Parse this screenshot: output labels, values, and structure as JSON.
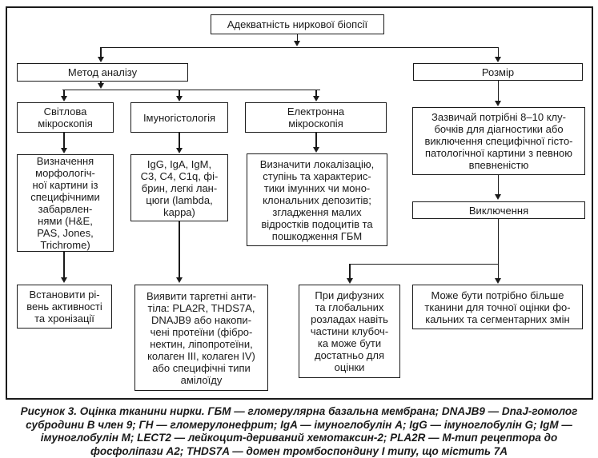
{
  "colors": {
    "line": "#1a1a1a",
    "text": "#1a1a1a",
    "background": "#ffffff"
  },
  "nodes": {
    "adequacy": "Адекватність ниркової біопсії",
    "method": "Метод аналізу",
    "size": "Розмір",
    "light_microscopy": "Світлова\nмікроскопія",
    "immunohistology": "Імуногістологія",
    "electron_microscopy": "Електронна\nмікроскопія",
    "glomeruli_needed": "Зазвичай потрібні 8–10 клу-\nбочків для діагностики або\nвиключення специфічної гісто-\nпатологічної картини з певною\nвпевненістю",
    "morphology_stains": "Визначення\nморфологіч-\nної картини із\nспецифічними\nзабарвлен-\nнями (H&E,\nPAS, Jones,\nTrichrome)",
    "immunoglobulins": "IgG, IgA, IgM,\nC3, C4, C1q, фі-\nбрин, легкі лан-\nцюги (lambda,\nkappa)",
    "deposits": "Визначити локалізацію,\nступінь та характерис-\nтики імунних чи моно-\nклональних депозитів;\nзгладження малих\nвідростків подоцитів та\nпошкодження ГБМ",
    "exclusion": "Виключення",
    "activity_chronicity": "Встановити рі-\nвень активності\nта хронізації",
    "target_antibodies": "Виявити таргетні анти-\nтіла: PLA2R, THDS7A,\nDNAJB9 або накопи-\nчені протеїни (фібро-\nнектин, ліпопротеїни,\nколаген III, колаген IV)\nабо специфічні типи\nамілоїду",
    "diffuse_global": "При дифузних\nта глобальних\nрозладах навіть\nчастини клубоч-\nка може бути\nдостатньо для\nоцінки",
    "more_tissue": "Може бути потрібно більше\nтканини для точної оцінки фо-\nкальних та сегментарних змін"
  },
  "caption": {
    "text": "Рисунок 3. Оцінка тканини нирки. ГБМ — гломерулярна базальна мембрана; DNAJB9 — DnaJ-гомолог\nсубродини В член 9; ГН — гломерулонефрит; IgA — імуноглобулін А; IgG — імуноглобулін G; IgM —\nімуноглобулін М; LECT2 — лейкоцит-дериваний хемотаксин-2; PLA2R — М-тип рецептора до\nфосфоліпази А2; THDS7A — домен тромбоспондину І типу, що містить 7А"
  }
}
